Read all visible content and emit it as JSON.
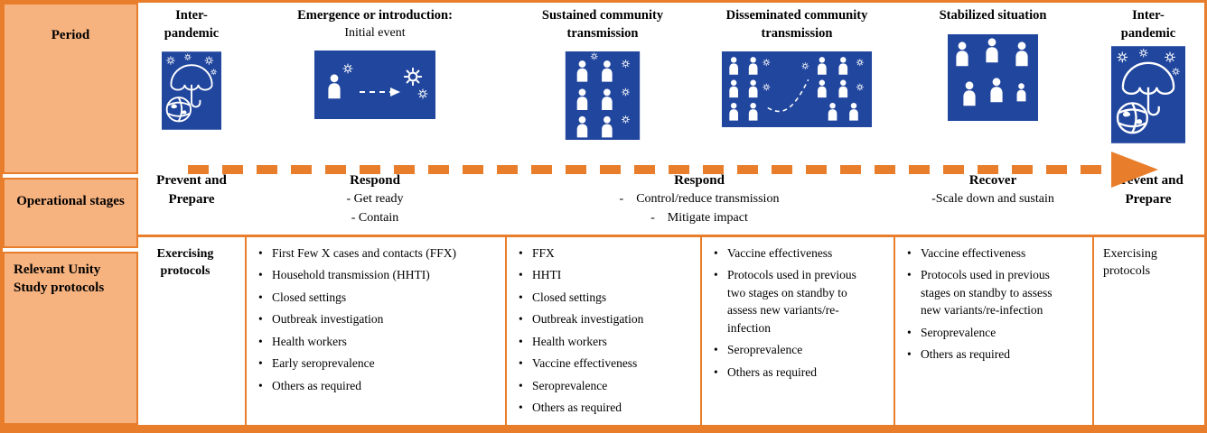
{
  "left": {
    "period": "Period",
    "stages": "Operational stages",
    "protocols": "Relevant Unity Study protocols"
  },
  "periods": [
    {
      "title": "Inter-pandemic",
      "icon": "umbrella-globe"
    },
    {
      "title": "Emergence or introduction:",
      "subtitle": "Initial event",
      "icon": "person-virus-transmission"
    },
    {
      "title": "Sustained community transmission",
      "icon": "infected-people-group"
    },
    {
      "title": "Disseminated community transmission",
      "icon": "infected-clusters-linked"
    },
    {
      "title": "Stabilized situation",
      "icon": "people-group"
    },
    {
      "title": "Inter-pandemic",
      "icon": "umbrella-globe"
    }
  ],
  "stages": [
    {
      "title": "Prevent and Prepare",
      "items": []
    },
    {
      "title": "Respond",
      "items": [
        "- Get ready",
        "- Contain"
      ]
    },
    {
      "title": "Respond",
      "items": [
        "-    Control/reduce transmission",
        "-    Mitigate impact"
      ]
    },
    {
      "title": "Recover",
      "items": [
        "-Scale down and sustain"
      ]
    },
    {
      "title": "Prevent and Prepare",
      "items": []
    }
  ],
  "protocols": {
    "first": "Exercising protocols",
    "last": "Exercising protocols",
    "lists": [
      [
        "First Few X cases and contacts (FFX)",
        "Household transmission (HHTI)",
        "Closed settings",
        "Outbreak investigation",
        "Health workers",
        "Early seroprevalence",
        "Others as required"
      ],
      [
        "FFX",
        "HHTI",
        "Closed settings",
        "Outbreak investigation",
        "Health workers",
        "Vaccine effectiveness",
        "Seroprevalence",
        "Others as required"
      ],
      [
        "Vaccine effectiveness",
        "Protocols used in previous two stages on standby to assess new variants/re-infection",
        "Seroprevalence",
        "Others as required"
      ],
      [
        "Vaccine effectiveness",
        "Protocols used in previous stages on standby to assess new variants/re-infection",
        "Seroprevalence",
        "Others as required"
      ]
    ]
  },
  "colors": {
    "border_orange": "#E87E2B",
    "label_fill_orange": "#F6B27F",
    "icon_blue": "#21469E",
    "icon_glyph": "#FFFFFF"
  }
}
